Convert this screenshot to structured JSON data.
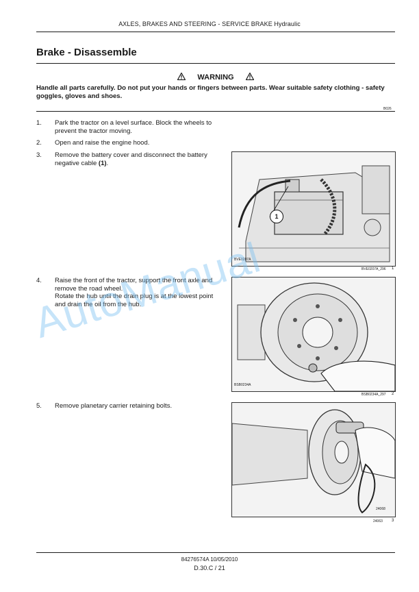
{
  "header": {
    "running_title": "AXLES, BRAKES AND STEERING - SERVICE BRAKE Hydraulic"
  },
  "section": {
    "title": "Brake - Disassemble"
  },
  "warning": {
    "label": "WARNING",
    "text": "Handle all parts carefully. Do not put your hands or fingers between parts. Wear suitable safety clothing - safety goggles, gloves and shoes.",
    "ref": "B026"
  },
  "steps": [
    {
      "number": "1.",
      "text": "Park the tractor on a level surface. Block the wheels to prevent the tractor moving."
    },
    {
      "number": "2.",
      "text": "Open and raise the engine hood."
    },
    {
      "number": "3.",
      "text_before": "Remove the battery cover and disconnect the battery negative cable ",
      "bold_ref": "(1)",
      "text_after": "."
    },
    {
      "number": "4.",
      "text": "Raise the front of the tractor, support the front axle and remove the road wheel.",
      "text2": "Rotate the hub until the drain plug is at the lowest point and drain the oil from the hub."
    },
    {
      "number": "5.",
      "text": "Remove planetary carrier retaining bolts."
    }
  ],
  "figures": [
    {
      "code": "BVE0207A",
      "caption_code": "BVE0207A_296",
      "number": "1",
      "callout": "1"
    },
    {
      "code": "BSB0234A",
      "caption_code": "BSB0234A_297",
      "number": "2"
    },
    {
      "code": "24068",
      "caption_code": "24063",
      "number": "3"
    }
  ],
  "footer": {
    "doc_ref": "84276574A 10/05/2010",
    "page": "D.30.C / 21"
  },
  "watermark": {
    "text": "AutoManual"
  },
  "colors": {
    "watermark": "#78bef0",
    "text": "#1a1a1a"
  }
}
